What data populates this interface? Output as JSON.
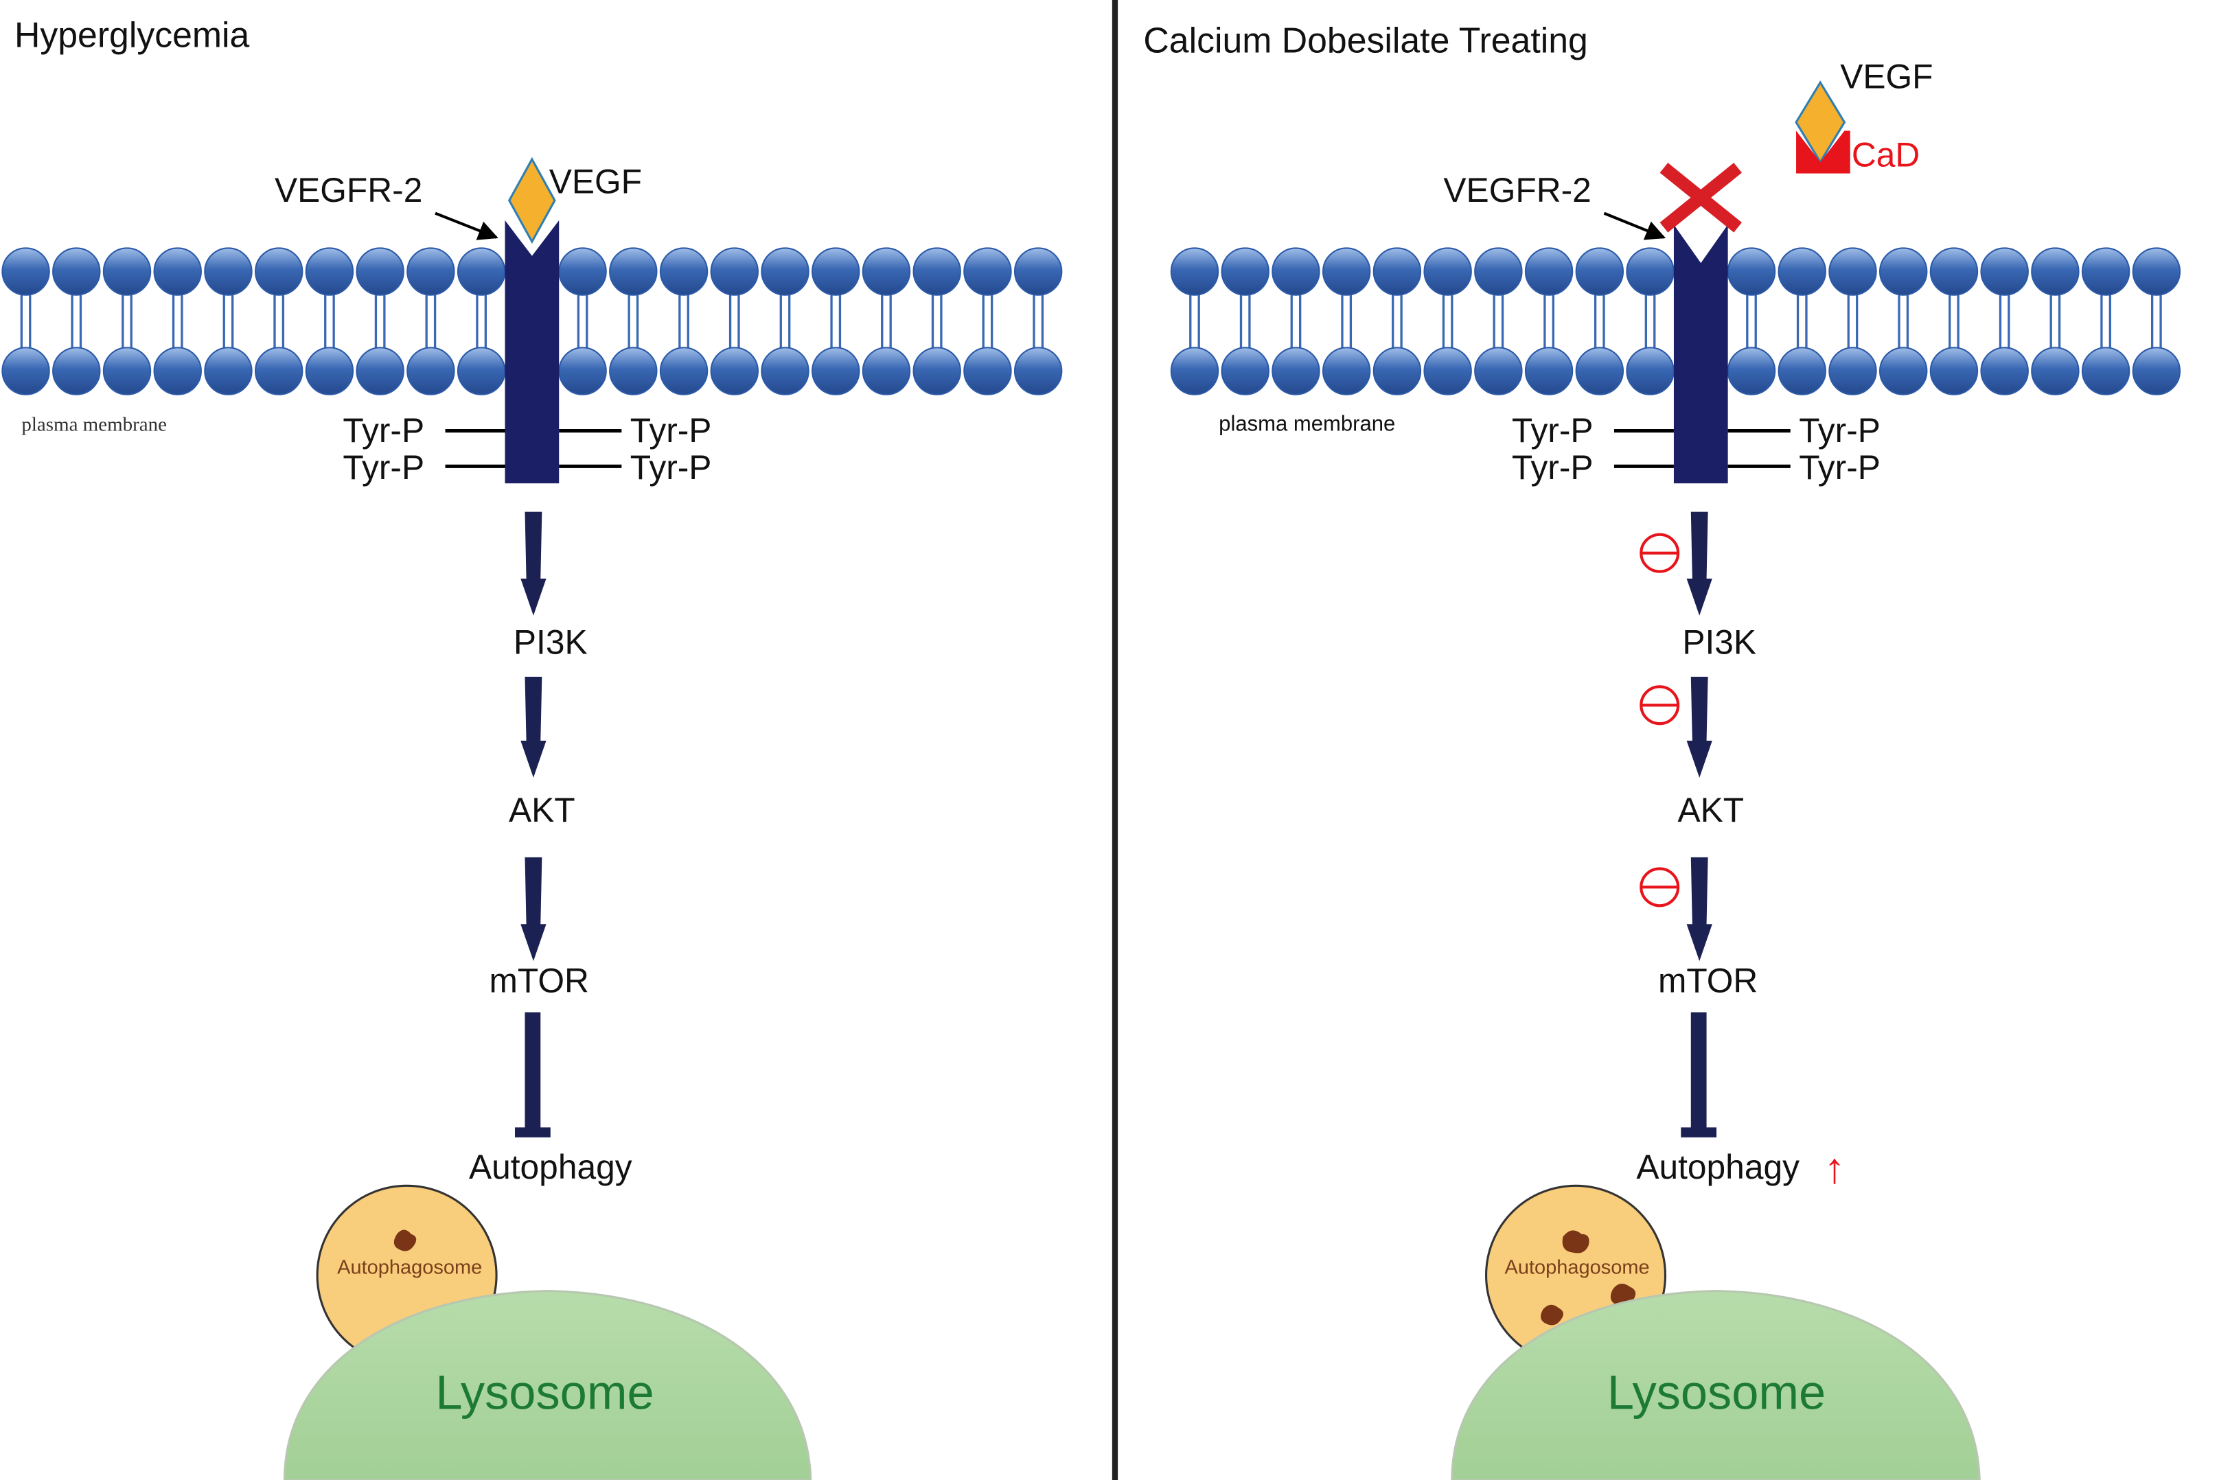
{
  "left_panel": {
    "title": "Hyperglycemia",
    "receptor_label": "VEGFR-2",
    "ligand_label": "VEGF",
    "membrane_label": "plasma membrane",
    "phospho_sites": [
      "Tyr-P",
      "Tyr-P",
      "Tyr-P",
      "Tyr-P"
    ],
    "pathway": [
      "PI3K",
      "AKT",
      "mTOR"
    ],
    "outcome_label": "Autophagy",
    "autophagosome_label": "Autophagosome",
    "lysosome_label": "Lysosome"
  },
  "right_panel": {
    "title": "Calcium Dobesilate Treating",
    "receptor_label": "VEGFR-2",
    "ligand_label": "VEGF",
    "drug_label": "CaD",
    "membrane_label": "plasma membrane",
    "phospho_sites": [
      "Tyr-P",
      "Tyr-P",
      "Tyr-P",
      "Tyr-P"
    ],
    "pathway": [
      "PI3K",
      "AKT",
      "mTOR"
    ],
    "outcome_label": "Autophagy",
    "outcome_change": "↑",
    "autophagosome_label": "Autophagosome",
    "lysosome_label": "Lysosome"
  },
  "colors": {
    "lipid_head": "#3a68b4",
    "receptor": "#1a1f66",
    "arrow": "#1c2154",
    "vegf": "#f5b02e",
    "drug": "#e8141b",
    "inhibit_mark": "#e8141b",
    "autophagosome": "#f8cd7c",
    "lysosome": "#acd6a0",
    "lysosome_text": "#1d7a35",
    "divider": "#222222"
  }
}
